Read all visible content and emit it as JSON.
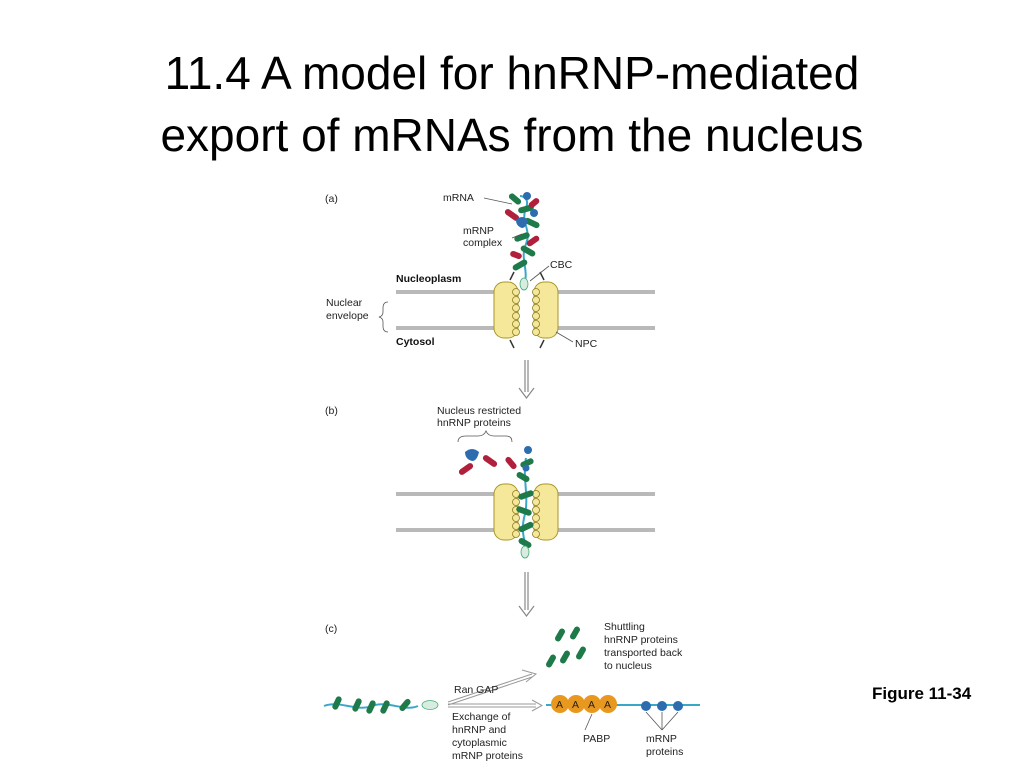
{
  "title": {
    "line1": "11.4 A model for hnRNP-mediated",
    "line2": "export of mRNAs from the nucleus"
  },
  "figure_label": "Figure 11-34",
  "panels": {
    "a": {
      "letter": "(a)",
      "mrna": "mRNA",
      "mrnp_line1": "mRNP",
      "mrnp_line2": "complex",
      "cbc": "CBC",
      "nucleoplasm": "Nucleoplasm",
      "nuclear_line1": "Nuclear",
      "nuclear_line2": "envelope",
      "cytosol": "Cytosol",
      "npc": "NPC"
    },
    "b": {
      "letter": "(b)",
      "restricted_line1": "Nucleus restricted",
      "restricted_line2": "hnRNP proteins"
    },
    "c": {
      "letter": "(c)",
      "shuttling_line1": "Shuttling",
      "shuttling_line2": "hnRNP proteins",
      "shuttling_line3": "transported back",
      "shuttling_line4": "to nucleus",
      "ran_gap": "Ran GAP",
      "exchange_line1": "Exchange of",
      "exchange_line2": "hnRNP and",
      "exchange_line3": "cytoplasmic",
      "exchange_line4": "mRNP proteins",
      "polya": [
        "A",
        "A",
        "A",
        "A"
      ],
      "pabp": "PABP",
      "mrnp_line1": "mRNP",
      "mrnp_line2": "proteins"
    }
  },
  "colors": {
    "hnrnp_green": "#1f7a4a",
    "hnrnp_red": "#b0203c",
    "hnrnp_blue": "#2e6cb0",
    "mrna_strand": "#3aa7c9",
    "npc_yellow": "#f5e89a",
    "envelope_gray": "#b9b9b9",
    "pabp_orange": "#e8981f",
    "cbc_fill": "#d8ece0"
  }
}
